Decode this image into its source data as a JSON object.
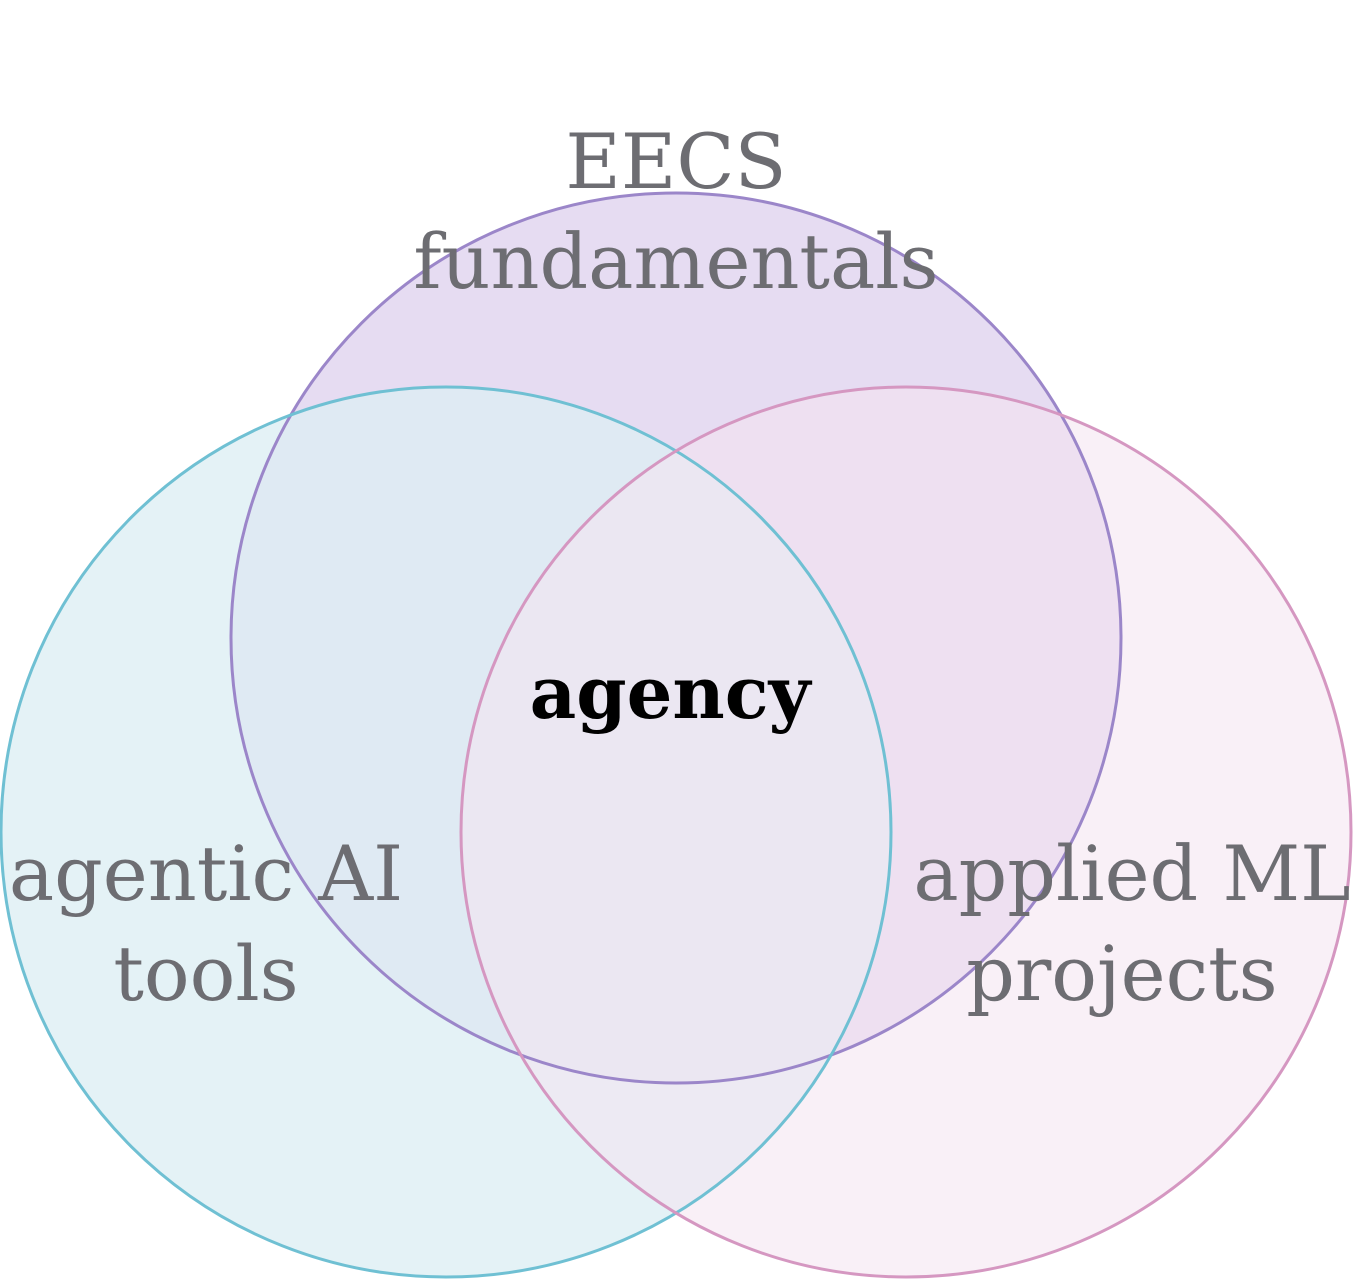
{
  "diagram": {
    "type": "venn",
    "sets": [
      {
        "key": "top",
        "label_lines": [
          "EECS",
          "fundamentals"
        ],
        "fill": "#e6dcf2",
        "stroke": "#9b86c9"
      },
      {
        "key": "left",
        "label_lines": [
          "agentic AI",
          "tools"
        ],
        "fill": "#ddeef3",
        "stroke": "#6fc0d3"
      },
      {
        "key": "right",
        "label_lines": [
          "applied ML",
          "projects"
        ],
        "fill": "#f4e3f0",
        "stroke": "#d597c1"
      }
    ],
    "center_label": "agency",
    "label_color": "#6d6d72",
    "center_label_color": "#000000"
  }
}
